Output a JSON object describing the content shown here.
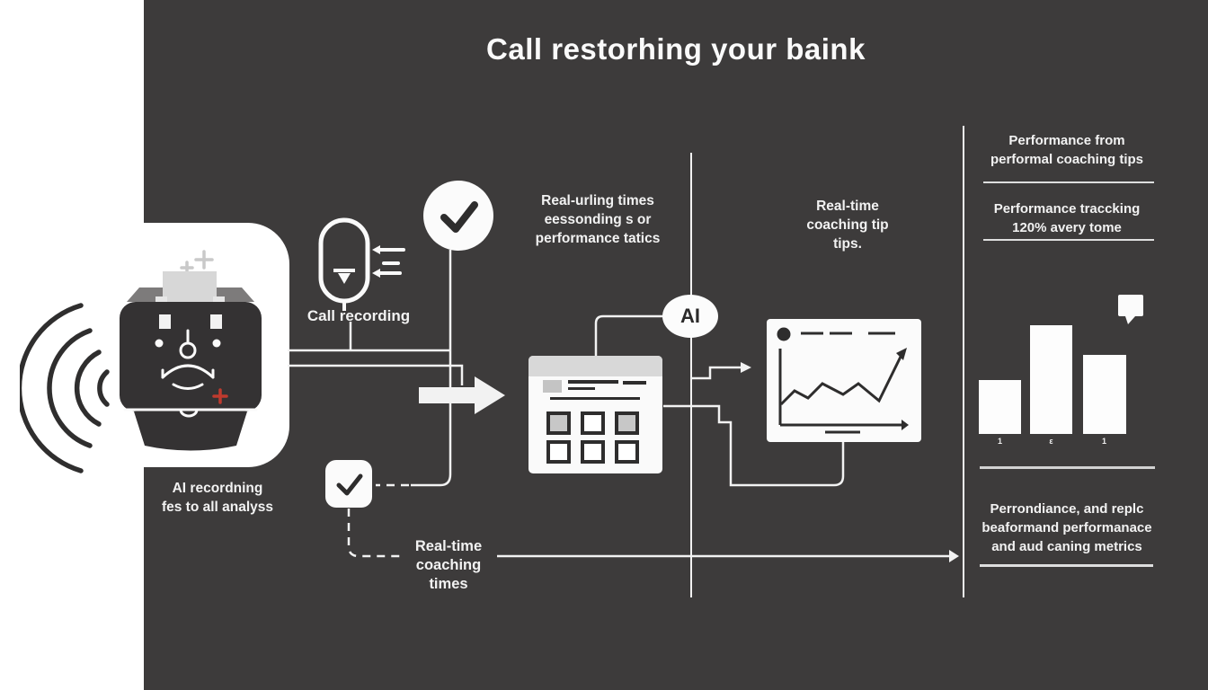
{
  "title": "Call restorhing your baink",
  "colors": {
    "background": "#ffffff",
    "panel": "#3d3b3b",
    "card": "#fbfbfb",
    "card_stroke": "#2e2d2d",
    "titlebar_gray": "#d8d8d8",
    "accent_red": "#bf3a2e",
    "text": "#f2f2f2"
  },
  "device": {
    "caption": [
      "AI recordning",
      "fes to all analyss"
    ]
  },
  "mic": {
    "label": "Call recording"
  },
  "ai_badge": {
    "label": "AI"
  },
  "notes": {
    "analysis": [
      "Real-urling times",
      "eessonding s or",
      "performance tatics"
    ],
    "coaching": [
      "Real-time",
      "coaching tip",
      "tips."
    ],
    "realtime": [
      "Real-time",
      "coaching",
      "times"
    ]
  },
  "right_column": {
    "block1": [
      "Performance from",
      "performal coaching tips"
    ],
    "block2": [
      "Performance traccking",
      "120% avery tome"
    ],
    "block3": [
      "Perrondiance, and replc",
      "beaformand performanace",
      "and aud caning metrics"
    ]
  },
  "chart_data": {
    "type": "bar",
    "categories": [
      "1",
      "ε",
      "1"
    ],
    "values": [
      60,
      121,
      88
    ],
    "title": "",
    "xlabel": "",
    "ylabel": ""
  }
}
